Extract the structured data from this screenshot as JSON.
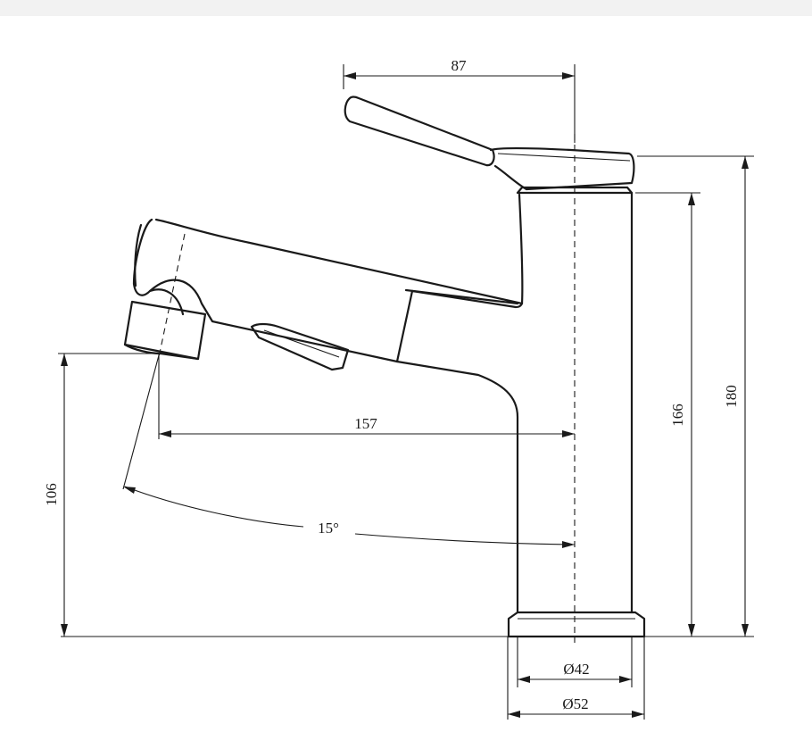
{
  "dimensions": {
    "handle_offset": "87",
    "total_height": "180",
    "body_height": "166",
    "spout_reach": "157",
    "spout_height": "106",
    "swivel_angle": "15°",
    "diameter_inner": "Ø42",
    "diameter_outer": "Ø52"
  },
  "colors": {
    "line": "#1a1a1a",
    "background": "#ffffff",
    "top_band": "#f2f2f2"
  }
}
